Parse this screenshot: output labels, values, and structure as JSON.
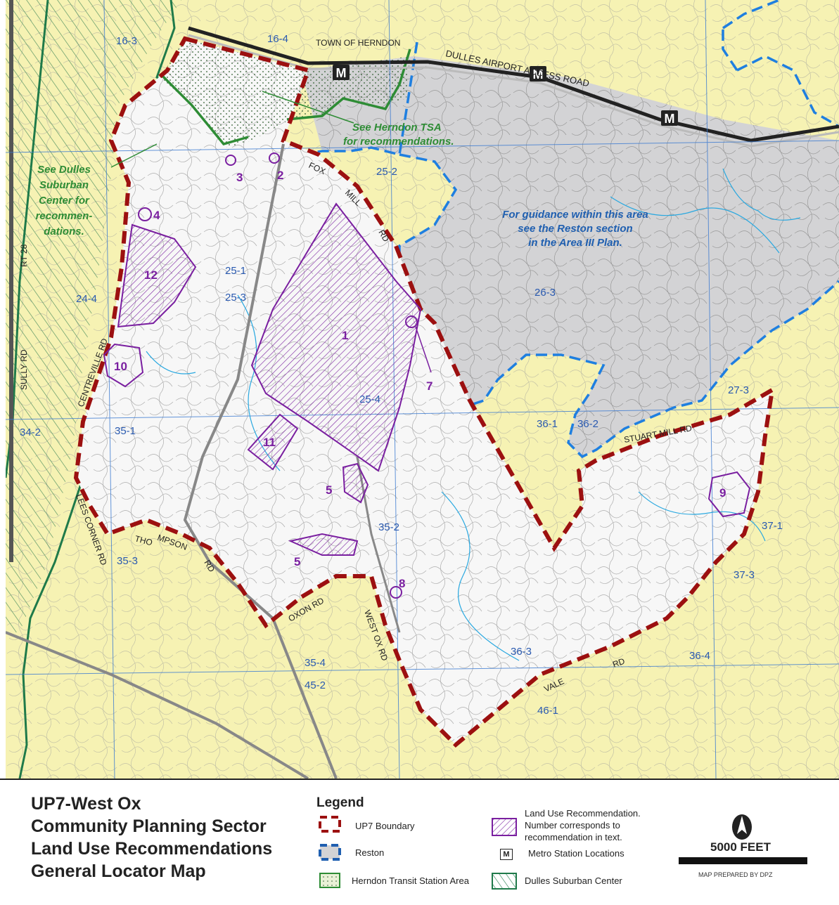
{
  "colors": {
    "yellow": "#f6f2b3",
    "gray": "#d3d3d5",
    "upboundary": "#9c1010",
    "reston": "#1f7fe0",
    "tsa": "#2e8c35",
    "suburban": "#1f7a4a",
    "purple": "#7a1fa0",
    "stream": "#29a8e0",
    "grid": "#3c7bd1",
    "road": "#888"
  },
  "map": {
    "grid_labels": [
      "16-3",
      "16-4",
      "25-2",
      "25-1",
      "25-3",
      "24-4",
      "26-3",
      "25-4",
      "27-3",
      "34-2",
      "35-1",
      "36-1",
      "36-2",
      "37-1",
      "35-2",
      "35-3",
      "37-3",
      "36-3",
      "36-4",
      "35-4",
      "45-2",
      "46-1"
    ],
    "roads": {
      "dulles": "DULLES AIRPORT ACCESS ROAD",
      "fox": "FOX",
      "mill": "MILL",
      "rd_fox": "RD",
      "rt28": "RT 28",
      "sully": "SULLY RD",
      "centreville": "CENTREVILLE RD",
      "stuart": "STUART MILL RD",
      "lees": "LEES CORNER RD",
      "thompson_a": "THO",
      "thompson_b": "MPSON",
      "thompson_rd": "RD",
      "oxon": "OXON RD",
      "westox": "WEST OX RD",
      "vale": "VALE",
      "vale_rd": "RD"
    },
    "places": {
      "herndon": "TOWN OF HERNDON"
    },
    "metro_letter": "M",
    "notes": {
      "tsa_1": "See Herndon TSA",
      "tsa_2": "for recommendations.",
      "dsc_1": "See Dulles",
      "dsc_2": "Suburban",
      "dsc_3": "Center for",
      "dsc_4": "recommen-",
      "dsc_5": "dations.",
      "reston_1": "For guidance within this area",
      "reston_2": "see the Reston section",
      "reston_3": "in the Area III Plan."
    },
    "recommendation_numbers": [
      "1",
      "2",
      "3",
      "4",
      "5",
      "5",
      "7",
      "8",
      "9",
      "10",
      "11",
      "12"
    ]
  },
  "legend": {
    "title_lines": [
      "UP7-West Ox",
      "Community Planning Sector",
      "Land Use Recommendations",
      "General Locator Map"
    ],
    "heading": "Legend",
    "items": {
      "up7": "UP7 Boundary",
      "reston": "Reston",
      "tsa": "Herndon Transit Station Area",
      "lur_1": "Land Use Recommendation.",
      "lur_2": "Number corresponds to",
      "lur_3": "recommendation in text.",
      "metro": "Metro Station Locations",
      "dulles": "Dulles Suburban Center",
      "metro_icon": "M"
    },
    "scale": "5000 FEET",
    "credit": "MAP PREPARED BY DPZ"
  }
}
